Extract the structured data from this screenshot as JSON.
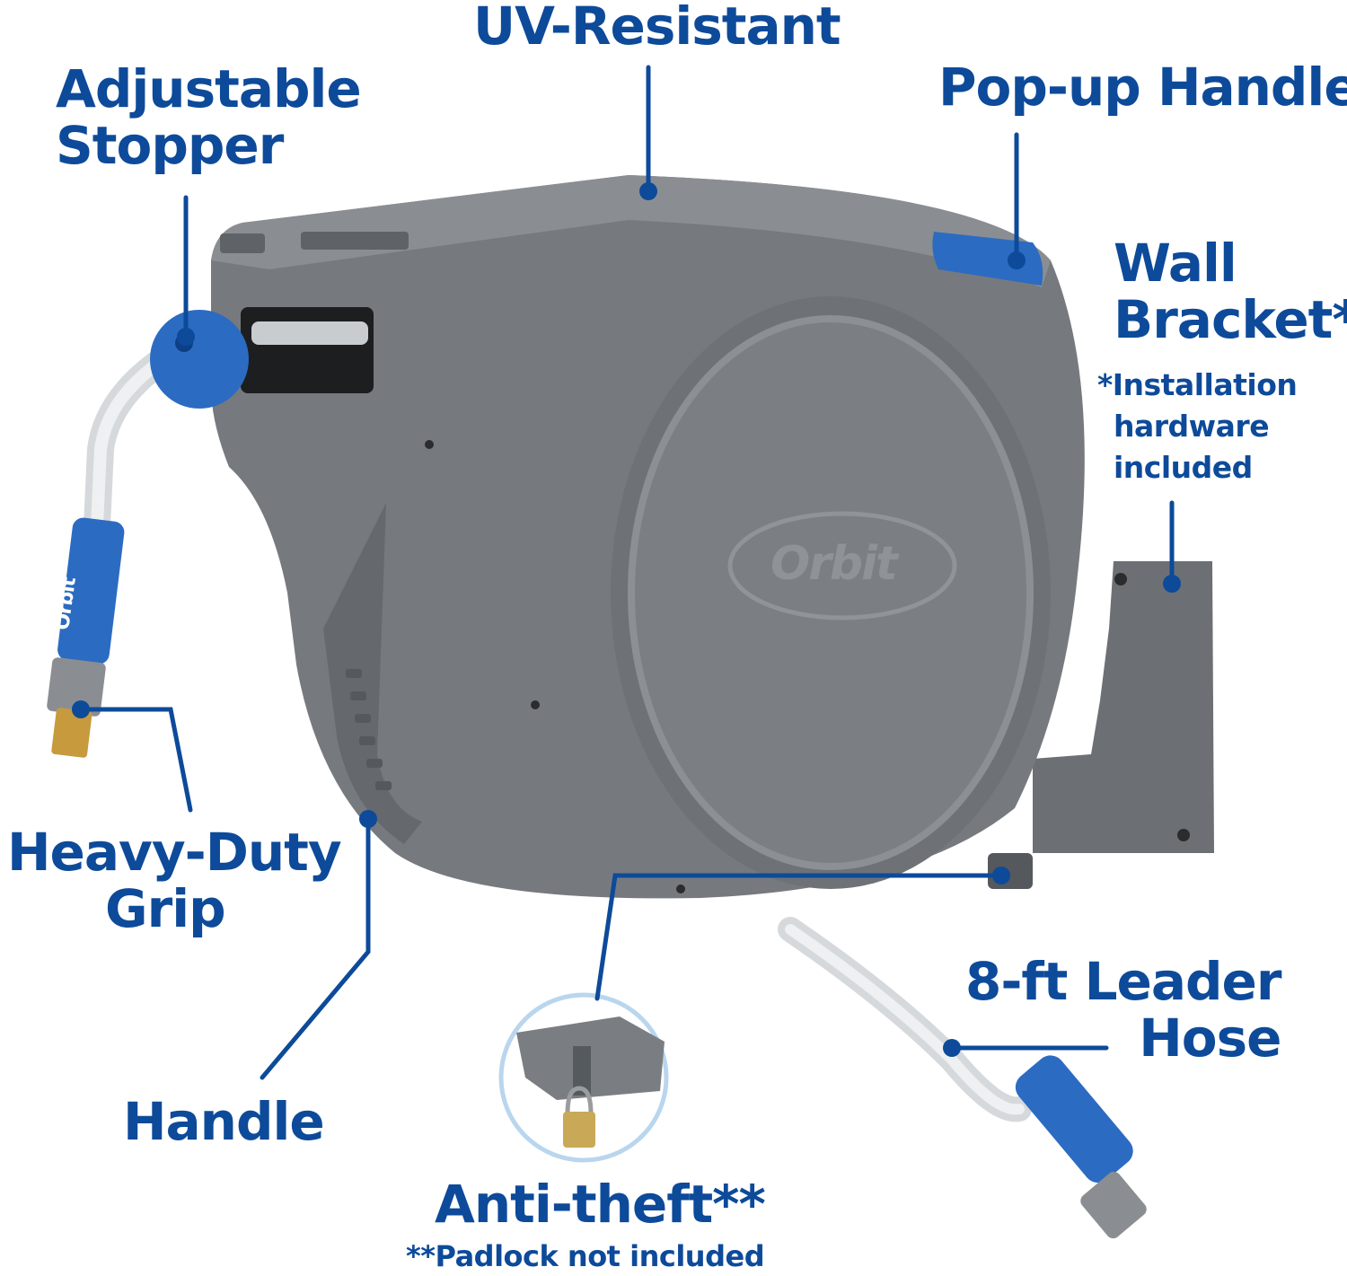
{
  "callouts": {
    "uv_resistant": "UV-Resistant",
    "adjustable_stopper": [
      "Adjustable",
      "Stopper"
    ],
    "popup_handle": "Pop-up Handle",
    "wall_bracket": [
      "Wall",
      "Bracket*"
    ],
    "wall_bracket_note": [
      "*Installation",
      "hardware",
      "included"
    ],
    "heavy_duty_grip": [
      "Heavy-Duty",
      "Grip"
    ],
    "handle": "Handle",
    "leader_hose": [
      "8-ft Leader",
      "Hose"
    ],
    "anti_theft": "Anti-theft**",
    "anti_theft_note": "**Padlock not included"
  },
  "logo": {
    "reel_logo": "Orbit",
    "nozzle_logo": "Orbit"
  },
  "colors": {
    "callout_blue": "#0d4a9a",
    "reel_gray": "#767a7e",
    "accent_blue": "#2c6bc2"
  },
  "icons": [
    "hose-reel-illustration",
    "padlock-icon",
    "hose-nozzle-icon"
  ]
}
